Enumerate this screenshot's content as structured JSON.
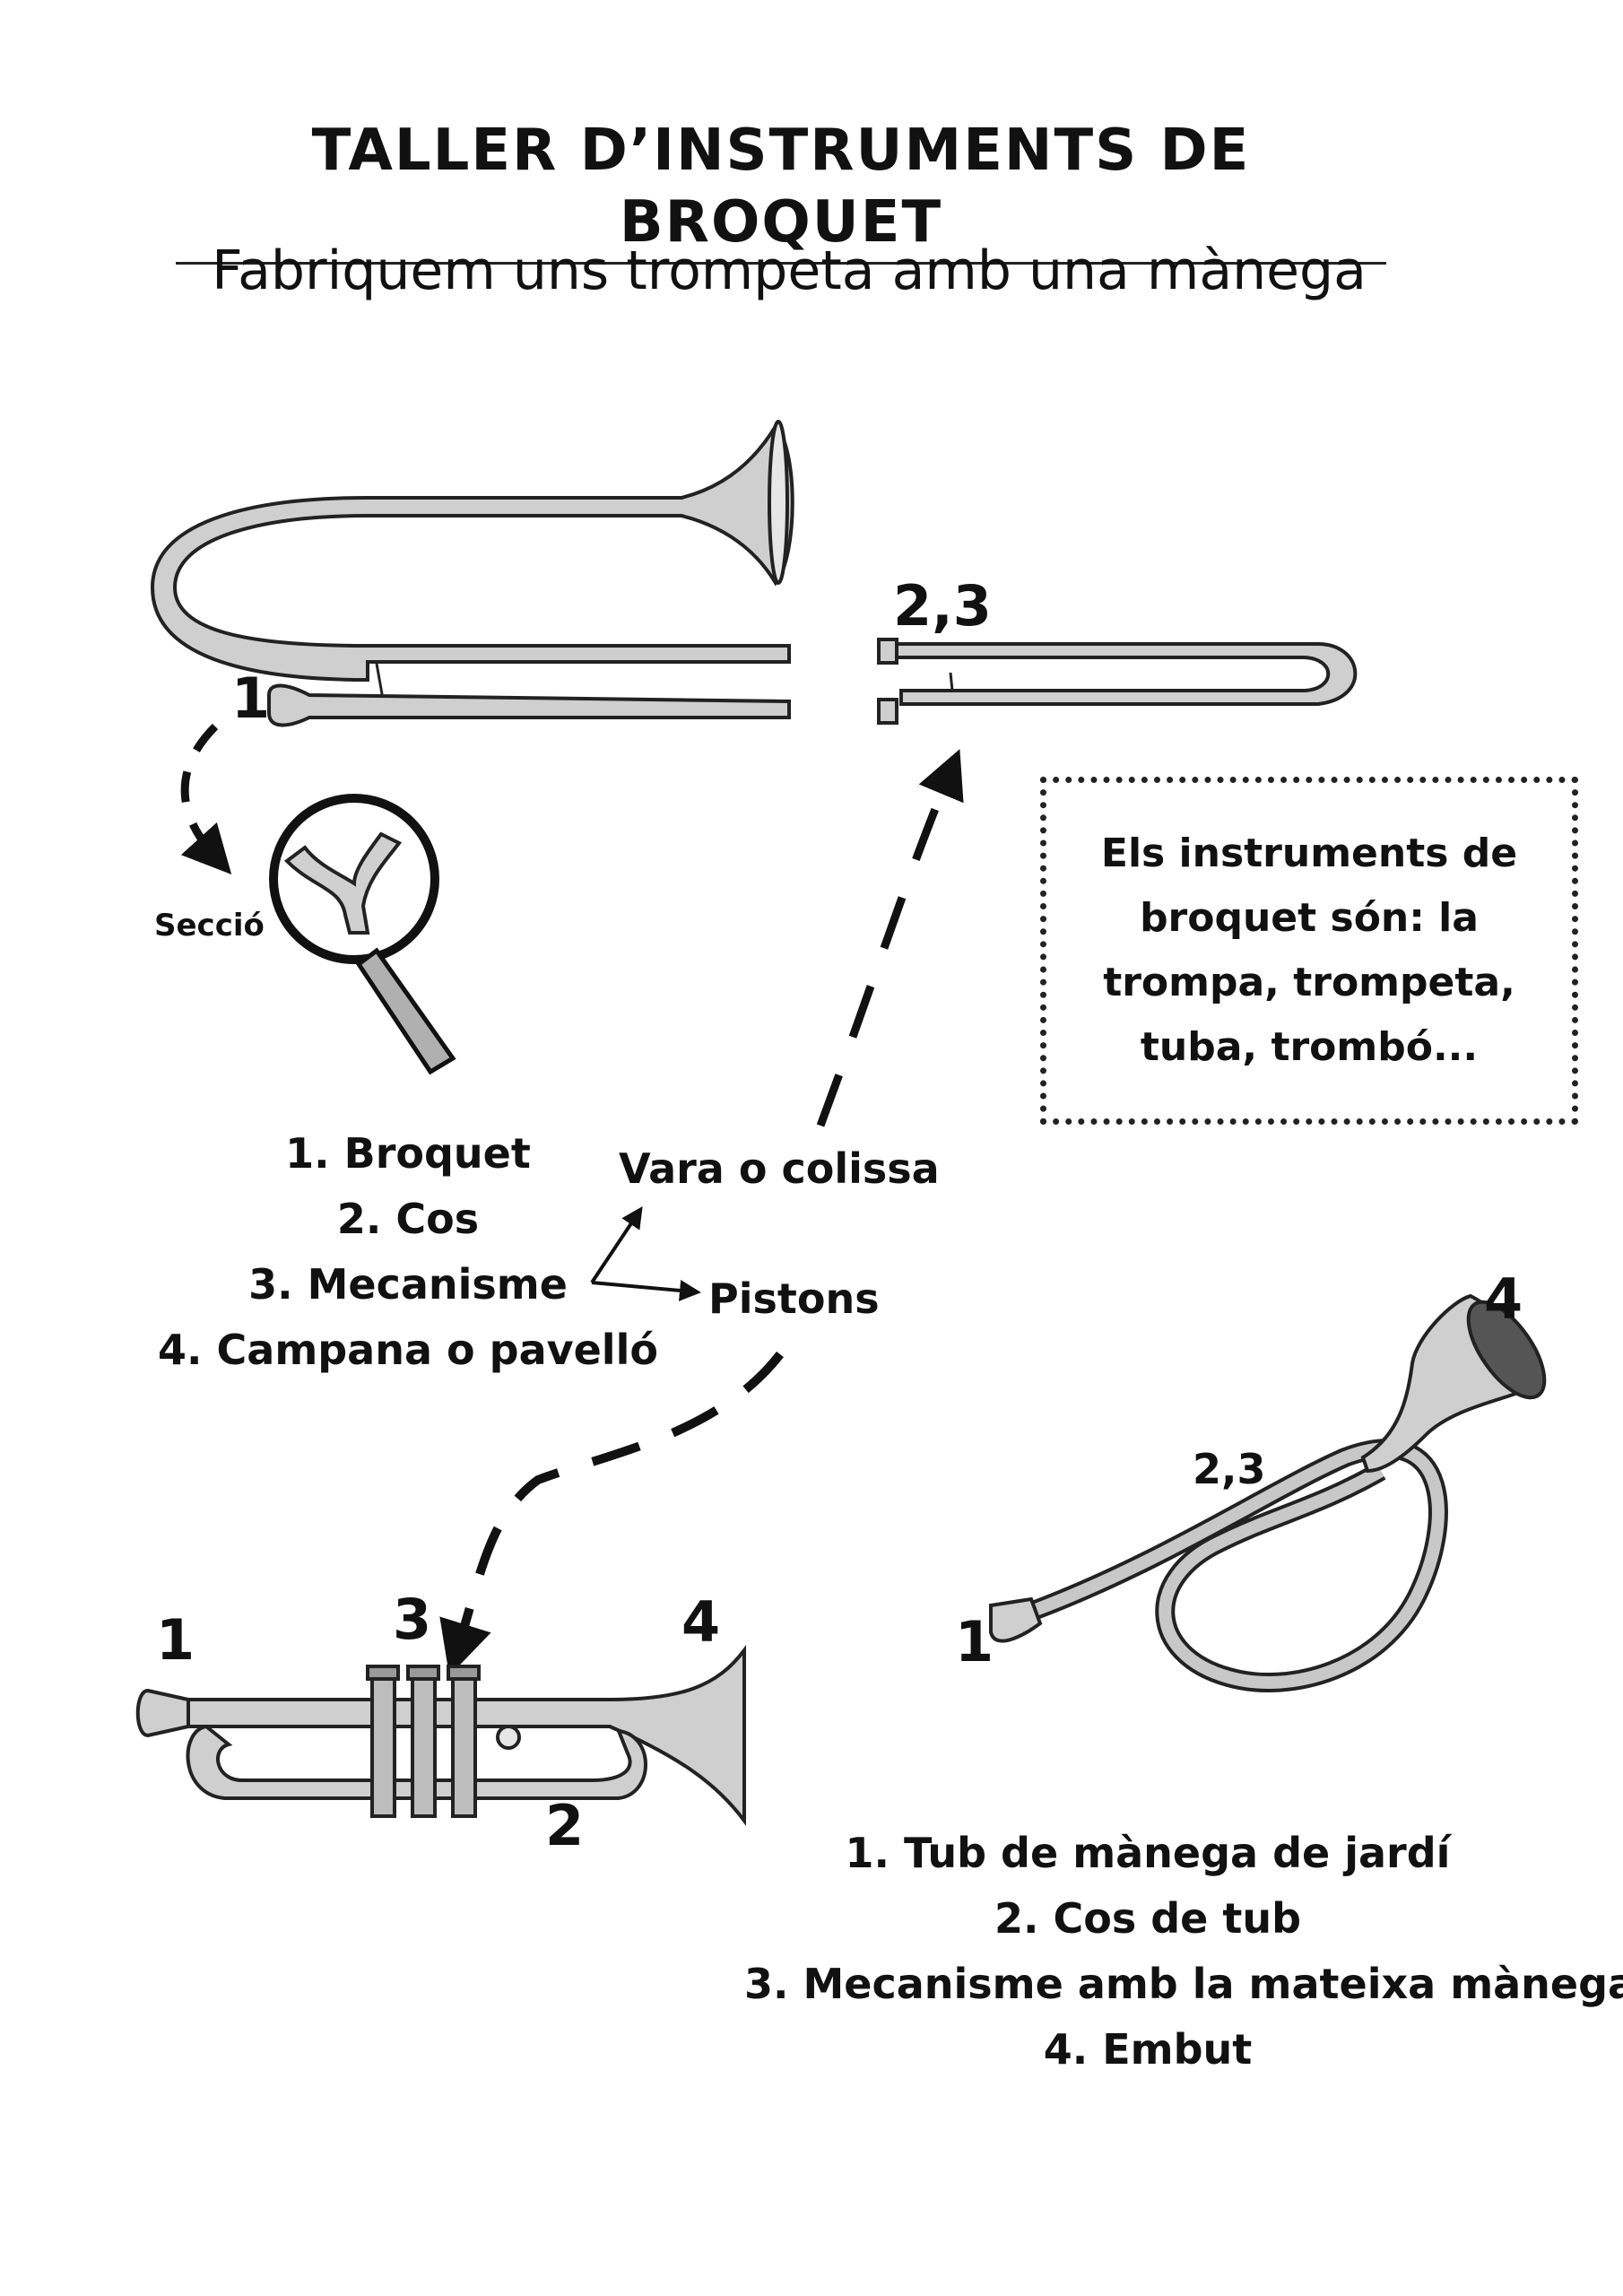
{
  "header": {
    "title": "TALLER D’INSTRUMENTS DE BROQUET",
    "subtitle": "Fabriquem uns trompeta amb una mànega"
  },
  "trombone": {
    "label_mouthpiece": "1",
    "label_slide": "2,3",
    "section_label": "Secció"
  },
  "parts_list": {
    "items": [
      "1. Broquet",
      "2. Cos",
      "3. Mecanisme",
      "4. Campana o pavelló"
    ]
  },
  "mechanism": {
    "slide_label": "Vara o colissa",
    "valves_label": "Pistons"
  },
  "info_box": {
    "text": "Els  instruments de broquet són: la trompa, trompeta, tuba, trombó..."
  },
  "trumpet": {
    "label_1": "1",
    "label_2": "2",
    "label_3": "3",
    "label_4": "4"
  },
  "hose_trumpet": {
    "label_1": "1",
    "label_23": "2,3",
    "label_4": "4"
  },
  "hose_list": {
    "items": [
      "1. Tub de mànega de jardí",
      "2. Cos de tub",
      "3. Mecanisme amb la mateixa mànega",
      "4. Embut"
    ]
  },
  "colors": {
    "ink": "#111111",
    "metal_fill": "#c8c8c8",
    "paper": "#ffffff"
  }
}
